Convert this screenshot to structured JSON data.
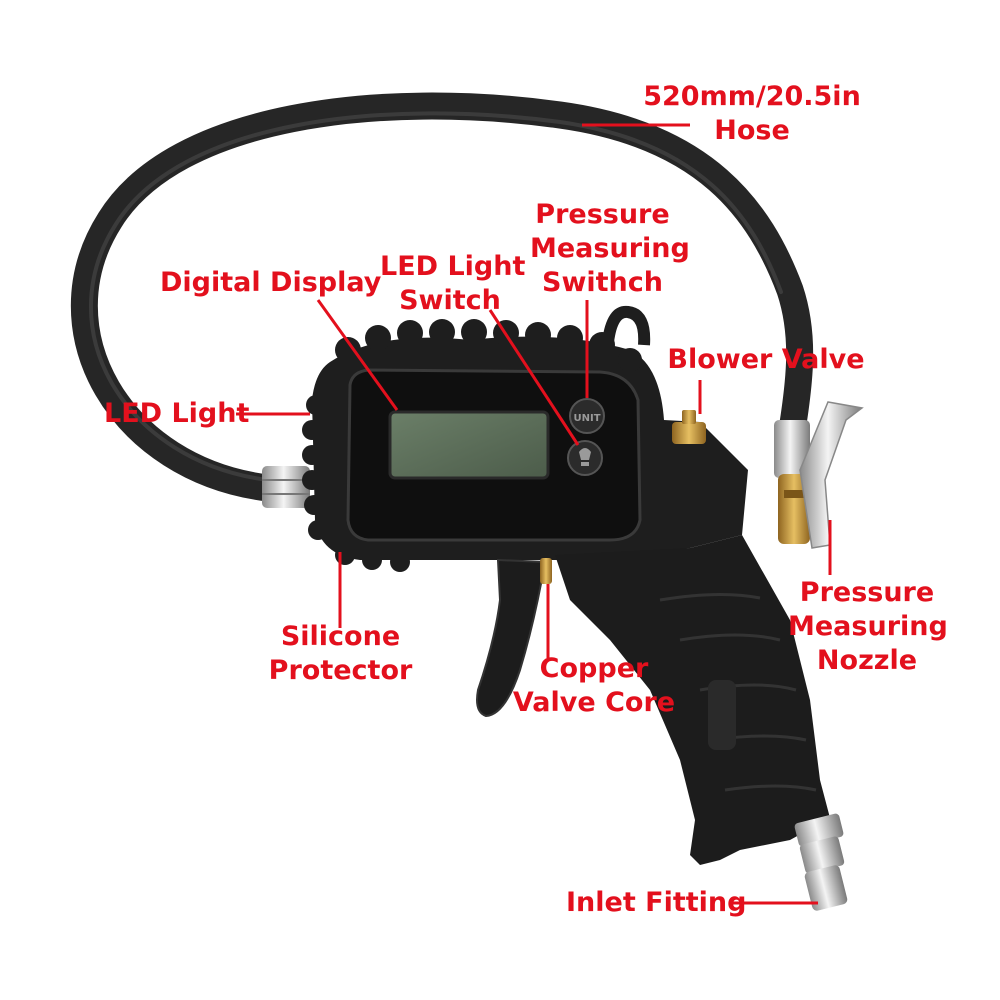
{
  "colors": {
    "label_red": "#e3101d",
    "body_black": "#1e1e1e",
    "hose_black": "#262626",
    "screen_green": "#5b6e58",
    "brass": "#c79a3a",
    "chrome": "#cfcfcf"
  },
  "labels": {
    "hose": [
      "520mm/20.5in",
      "Hose"
    ],
    "pressure_switch": [
      "Pressure",
      "Measuring",
      "Swithch"
    ],
    "led_switch": [
      "LED Light",
      "Switch"
    ],
    "digital_display": "Digital Display",
    "blower_valve": "Blower Valve",
    "led_light": "LED Light",
    "silicone_protector": [
      "Silicone",
      "Protector"
    ],
    "copper_valve_core": [
      "Copper",
      "Valve Core"
    ],
    "pressure_nozzle": [
      "Pressure",
      "Measuring",
      "Nozzle"
    ],
    "inlet_fitting": "Inlet Fitting"
  },
  "device": {
    "unit_button_text": "UNIT"
  }
}
